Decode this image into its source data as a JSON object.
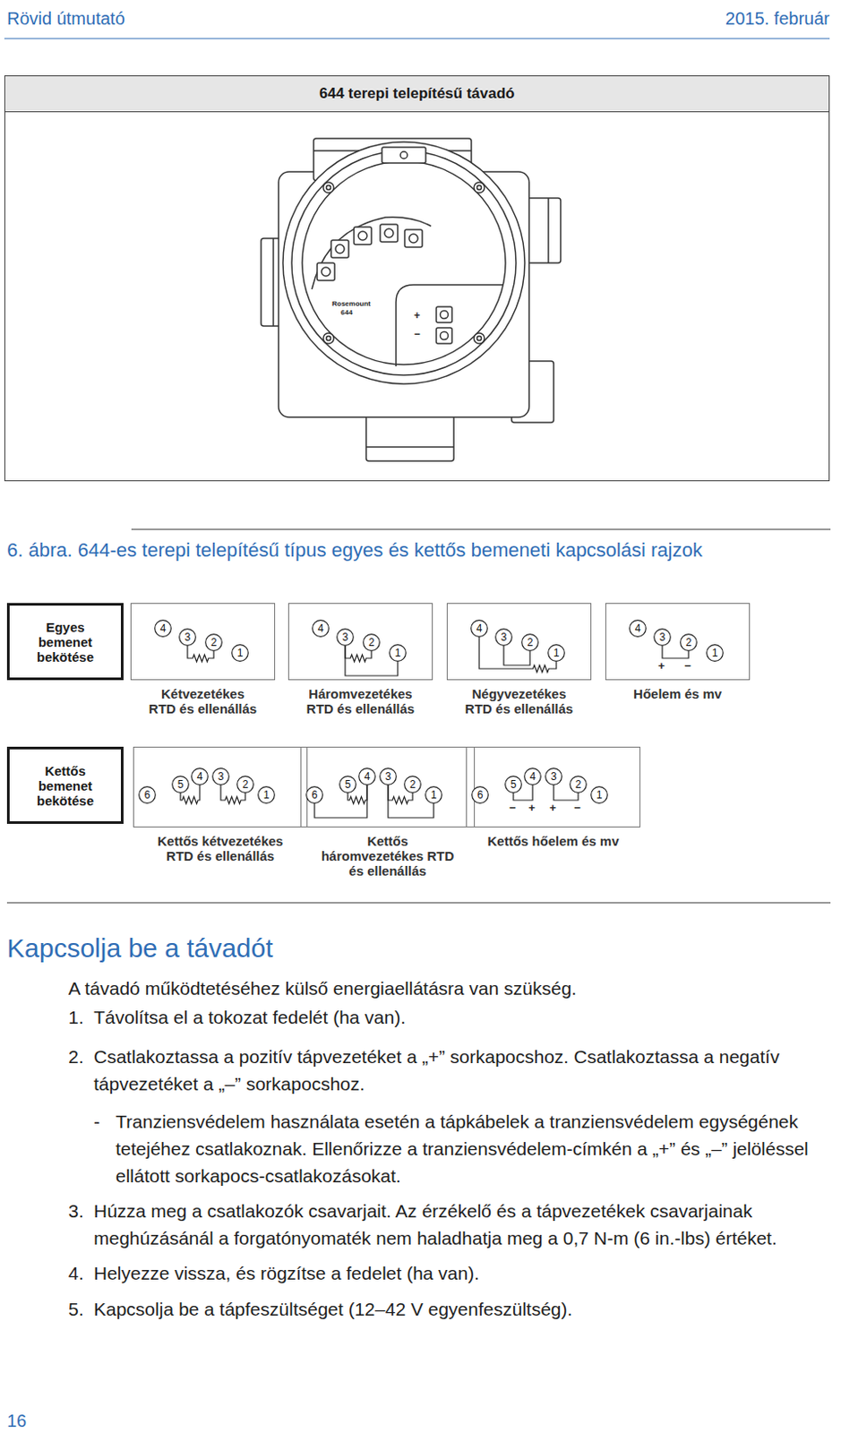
{
  "diagram": {
    "caption": "6. ábra. 644-es terepi telepítésű típus egyes és kettős bemeneti kapcsolási rajzok",
    "nodes": [
      {
        "text": [
          "644 terepi telepítésű távadó"
        ]
      },
      {
        "text": [
          "Egyes bemenet bekötése"
        ]
      },
      {
        "text": [
          "Kétvezetékes RTD és ellenállás"
        ]
      },
      {
        "text": [
          "4"
        ],
        "in": 2
      },
      {
        "text": [
          "3"
        ],
        "in": 2
      },
      {
        "text": [
          "2"
        ],
        "in": 2
      },
      {
        "text": [
          "1"
        ],
        "in": 2
      },
      {
        "text": [
          "Háromvezetékes RTD és ellenállás"
        ]
      },
      {
        "text": [
          "4"
        ],
        "in": 7
      },
      {
        "text": [
          "3"
        ],
        "in": 7
      },
      {
        "text": [
          "2"
        ],
        "in": 7
      },
      {
        "text": [
          "1"
        ],
        "in": 7
      },
      {
        "text": [
          "Négyvezetékes RTD és ellenállás"
        ]
      },
      {
        "text": [
          "4"
        ],
        "in": 12
      },
      {
        "text": [
          "3"
        ],
        "in": 12
      },
      {
        "text": [
          "2"
        ],
        "in": 12
      },
      {
        "text": [
          "1"
        ],
        "in": 12
      },
      {
        "text": [
          "Hőelem és mv"
        ]
      },
      {
        "text": [
          "4"
        ],
        "in": 17
      },
      {
        "text": [
          "3"
        ],
        "in": 17
      },
      {
        "text": [
          "2"
        ],
        "in": 17
      },
      {
        "text": [
          "1"
        ],
        "in": 17
      },
      {
        "text": [
          "Kettős bemenet bekötése"
        ]
      },
      {
        "text": [
          "Kettős kétvezetékes RTD és ellenállás"
        ]
      },
      {
        "text": [
          "6"
        ],
        "in": 23
      },
      {
        "text": [
          "5"
        ],
        "in": 23
      },
      {
        "text": [
          "4"
        ],
        "in": 23
      },
      {
        "text": [
          "3"
        ],
        "in": 23
      },
      {
        "text": [
          "2"
        ],
        "in": 23
      },
      {
        "text": [
          "1"
        ],
        "in": 23
      },
      {
        "text": [
          "Kettős háromvezetékes RTD és ellenállás"
        ]
      },
      {
        "text": [
          "6"
        ],
        "in": 30
      },
      {
        "text": [
          "5"
        ],
        "in": 30
      },
      {
        "text": [
          "4"
        ],
        "in": 30
      },
      {
        "text": [
          "3"
        ],
        "in": 30
      },
      {
        "text": [
          "2"
        ],
        "in": 30
      },
      {
        "text": [
          "1"
        ],
        "in": 30
      },
      {
        "text": [
          "Kettős hőelem és mv"
        ]
      },
      {
        "text": [
          "6"
        ],
        "in": 37
      },
      {
        "text": [
          "5"
        ],
        "in": 37
      },
      {
        "text": [
          "4"
        ],
        "in": 37
      },
      {
        "text": [
          "3"
        ],
        "in": 37
      },
      {
        "text": [
          "2"
        ],
        "in": 37
      },
      {
        "text": [
          "1"
        ],
        "in": 37
      }
    ],
    "edges": [
      {
        "from": 4,
        "to": 5,
        "arrow": "none"
      },
      {
        "from": 9,
        "to": 10,
        "arrow": "none"
      },
      {
        "from": 9,
        "to": 11,
        "arrow": "none"
      },
      {
        "from": 13,
        "to": 16,
        "arrow": "none"
      },
      {
        "from": 14,
        "to": 15,
        "arrow": "none"
      },
      {
        "from": 19,
        "to": 20,
        "arrow": "none"
      },
      {
        "from": 25,
        "to": 26,
        "arrow": "none"
      },
      {
        "from": 27,
        "to": 28,
        "arrow": "none"
      },
      {
        "from": 32,
        "to": 33,
        "arrow": "none"
      },
      {
        "from": 31,
        "to": 33,
        "arrow": "none"
      },
      {
        "from": 34,
        "to": 35,
        "arrow": "none"
      },
      {
        "from": 34,
        "to": 36,
        "arrow": "none"
      },
      {
        "from": 39,
        "to": 40,
        "arrow": "none"
      },
      {
        "from": 41,
        "to": 42,
        "arrow": "none"
      }
    ],
    "labels": [
      "Rövid útmutató",
      "2015. február",
      "Rosemount",
      "644",
      "+",
      "−",
      "+",
      "−",
      "−",
      "+",
      "+",
      "−",
      "Kapcsolja be a távadót",
      "A távadó működtetéséhez külső energiaellátásra van szükség.",
      "1.",
      "Távolítsa el a tokozat fedelét (ha van).",
      "2.",
      "Csatlakoztassa a pozitív tápvezetéket a „+” sorkapocshoz. Csatlakoztassa a negatív tápvezetéket a „–” sorkapocshoz.",
      "-",
      "Tranziensvédelem használata esetén a tápkábelek a tranziensvédelem egységének tetejéhez csatlakoznak. Ellenőrizze a tranziensvédelem-címkén a „+” és „–” jelöléssel ellátott sorkapocs-csatlakozásokat.",
      "3.",
      "Húzza meg a csatlakozók csavarjait. Az érzékelő és a tápvezetékek csavarjainak meghúzásánál a forgatónyomaték nem haladhatja meg a 0,7 N-m (6 in.-lbs) értéket.",
      "4.",
      "Helyezze vissza, és rögzítse a fedelet (ha van).",
      "5.",
      "Kapcsolja be a tápfeszültséget (12–42 V egyenfeszültség).",
      "16"
    ]
  }
}
